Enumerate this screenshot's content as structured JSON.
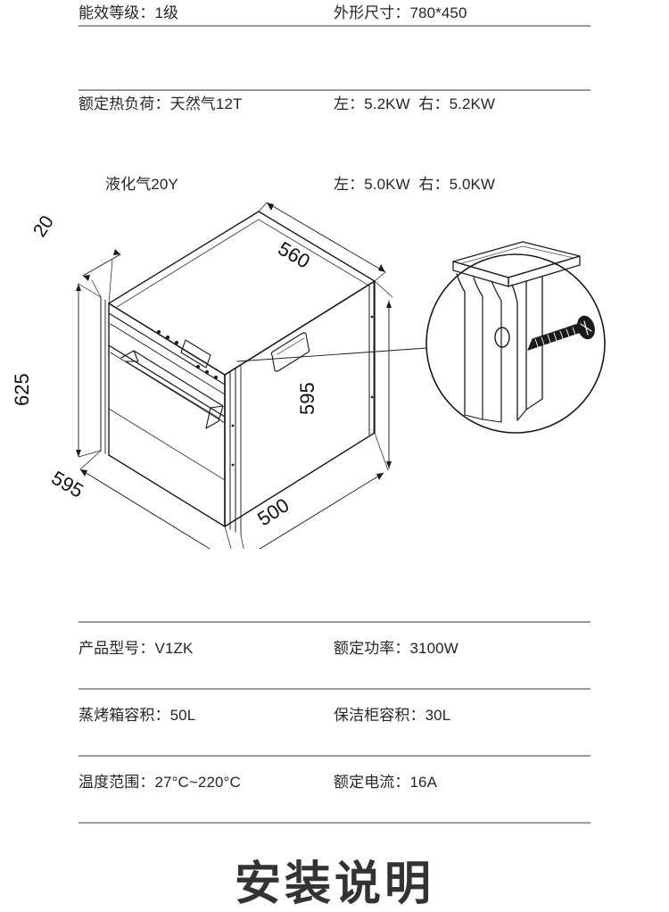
{
  "top_table": {
    "rows": [
      {
        "left": {
          "label": "能效等级：",
          "value": "1级",
          "text": "能效等级：1级"
        },
        "right": {
          "label": "外形尺寸：",
          "value": "780*450",
          "text": "外形尺寸：780*450"
        },
        "height_class": "r-h28"
      },
      {
        "left_line1": "额定热负荷：天然气12T",
        "left_line2": "液化气20Y",
        "right_line1": "左：5.2KW  右：5.2KW",
        "right_line2": "左：5.0KW  右：5.0KW",
        "height_class": "r-h58"
      }
    ]
  },
  "bottom_table": {
    "rows": [
      {
        "left": "产品型号：V1ZK",
        "right": "额定功率：3100W"
      },
      {
        "left": "蒸烤箱容积：50L",
        "right": "保洁柜容积：30L"
      },
      {
        "left": "温度范围：27°C~220°C",
        "right": "额定电流：16A"
      }
    ]
  },
  "drawing": {
    "title": "isometric-oven-dimension-drawing",
    "dimensions": {
      "depth_top": "560",
      "gap_left": "20",
      "height_left": "625",
      "height_right": "595",
      "width_bottom": "595",
      "depth_bottom": "500"
    },
    "detail_callout": {
      "name": "screw-mounting-detail",
      "contents": "bracket with screw hole and phillips wood screw"
    },
    "line_color": "#1a1a1a"
  },
  "heading": {
    "text": "安装说明"
  },
  "colors": {
    "divider": "#9a9a9a",
    "text": "#262626",
    "heading": "#333333",
    "ink": "#1a1a1a",
    "background": "#ffffff"
  }
}
